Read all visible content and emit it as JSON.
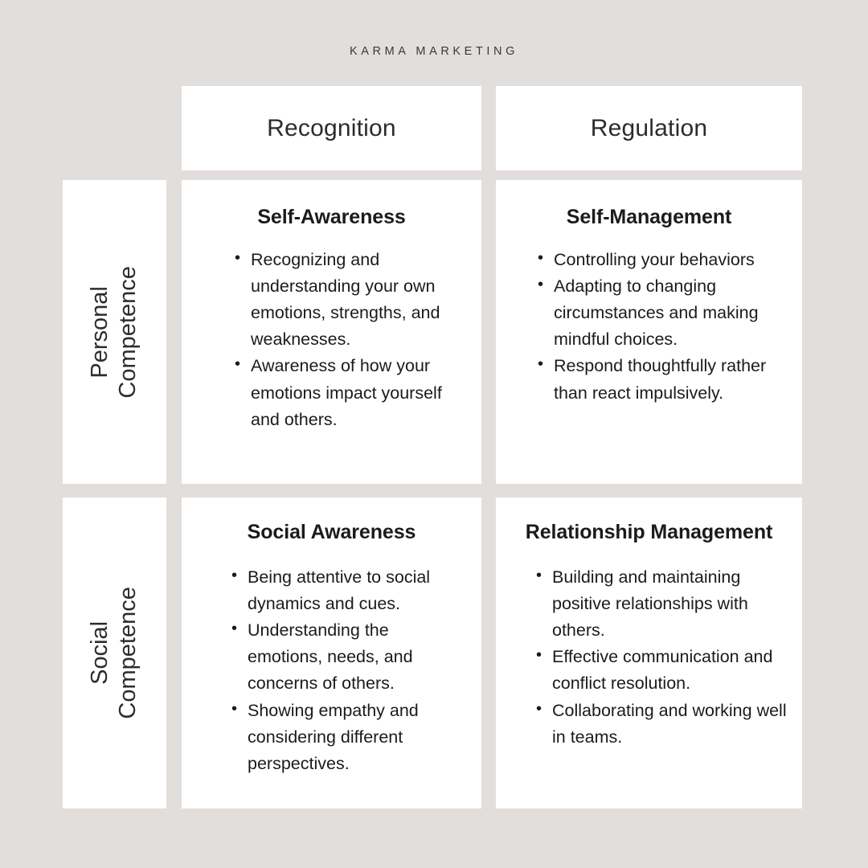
{
  "brand": {
    "name": "KARMA MARKETING"
  },
  "matrix": {
    "columns": [
      {
        "label": "Recognition"
      },
      {
        "label": "Regulation"
      }
    ],
    "rows": [
      {
        "line1": "Personal",
        "line2": "Competence"
      },
      {
        "line1": "Social",
        "line2": "Competence"
      }
    ],
    "quadrants": [
      {
        "title": "Self-Awareness",
        "bullets": [
          "Recognizing and understanding your own emotions, strengths, and weaknesses.",
          "Awareness of how your emotions impact yourself and others."
        ]
      },
      {
        "title": "Self-Management",
        "bullets": [
          "Controlling your behaviors",
          "Adapting to changing circumstances and making mindful choices.",
          "Respond thoughtfully rather than react impulsively."
        ]
      },
      {
        "title": "Social Awareness",
        "bullets": [
          "Being attentive to social dynamics and cues.",
          "Understanding the emotions, needs, and concerns of others.",
          "Showing empathy and considering different perspectives."
        ]
      },
      {
        "title": "Relationship Management",
        "bullets": [
          "Building and maintaining positive relationships with others.",
          "Effective communication and conflict resolution.",
          "Collaborating and working well in teams."
        ]
      }
    ]
  },
  "colors": {
    "background": "#E2DEDB",
    "card": "#FFFFFF",
    "text": "#1B1B1B",
    "brand_text": "#3B3835"
  }
}
